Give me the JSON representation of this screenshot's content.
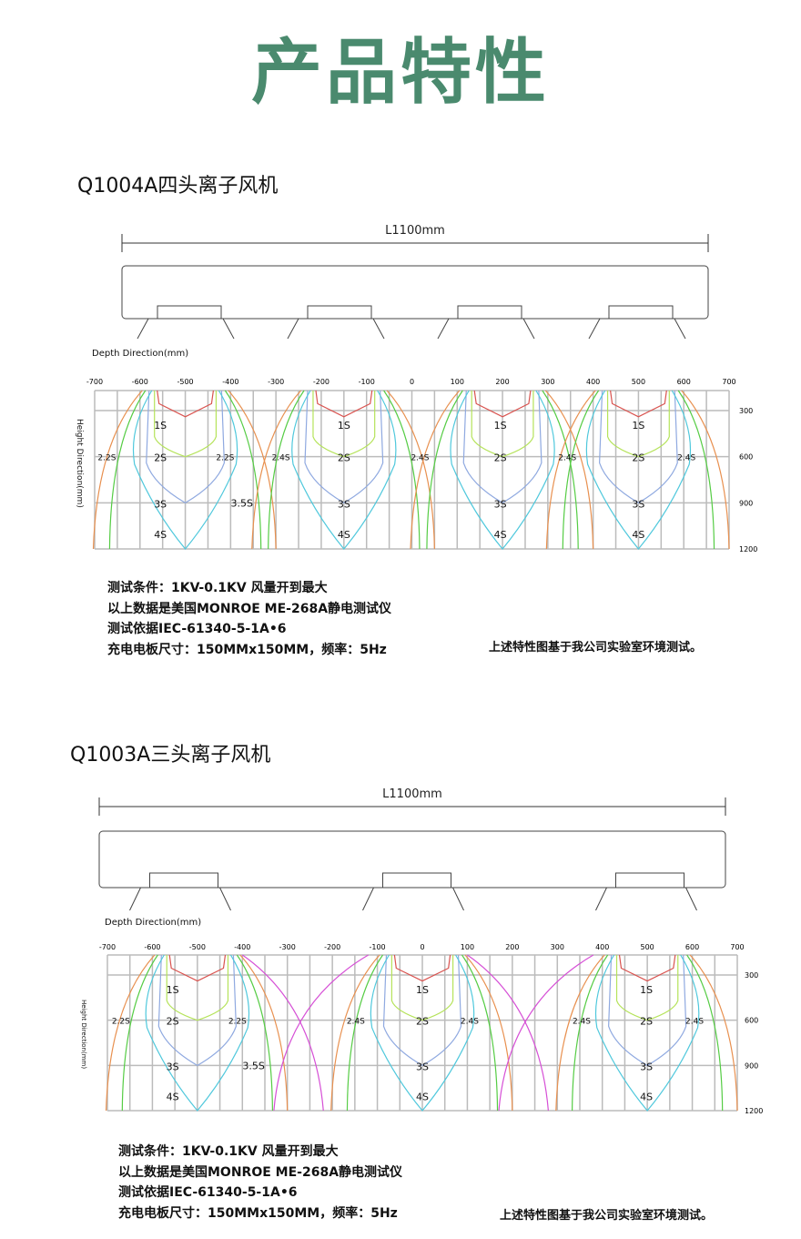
{
  "page_title": "产品特性",
  "sections": [
    {
      "title": "Q1004A四头离子风机",
      "length_label": "L1100mm",
      "depth_label": "Depth Direction(mm)",
      "height_label": "Height Direction(mm)",
      "notes": [
        "测试条件：1KV-0.1KV  风量开到最大",
        "以上数据是美国MONROE ME-268A静电测试仪",
        "测试依据IEC-61340-5-1A•6",
        "充电电板尺寸：150MMx150MM，频率：5Hz"
      ],
      "note_right": "上述特性图基于我公司实验室环境测试。"
    },
    {
      "title": "Q1003A三头离子风机",
      "length_label": "L1100mm",
      "depth_label": "Depth Direction(mm)",
      "height_label": "Height Direction(mm)",
      "notes": [
        "测试条件：1KV-0.1KV  风量开到最大",
        "以上数据是美国MONROE ME-268A静电测试仪",
        "测试依据IEC-61340-5-1A•6",
        "充电电板尺寸：150MMx150MM，频率：5Hz"
      ],
      "note_right": "上述特性图基于我公司实验室环境测试。"
    }
  ],
  "chart_data": [
    {
      "type": "line",
      "title": "Q1004A四头离子风机",
      "xlabel": "Depth Direction(mm)",
      "ylabel": "Height Direction(mm)",
      "xlim": [
        -700,
        700
      ],
      "ylim": [
        1200,
        160
      ],
      "x_ticks": [
        -700,
        -600,
        -500,
        -400,
        -300,
        -200,
        -100,
        0,
        100,
        200,
        300,
        400,
        500,
        600,
        700
      ],
      "y_ticks": [
        300,
        600,
        900,
        1200
      ],
      "grid": true,
      "head_centers": [
        -500,
        -150,
        200,
        500
      ],
      "contour_labels": [
        {
          "x": -555,
          "heads": [
            {
              "text": "1S",
              "y": 390
            },
            {
              "text": "2S",
              "y": 600
            },
            {
              "text": "3S",
              "y": 900
            },
            {
              "text": "4S",
              "y": 1100
            }
          ]
        },
        {
          "x": -150,
          "heads": [
            {
              "text": "1S",
              "y": 390
            },
            {
              "text": "2S",
              "y": 600
            },
            {
              "text": "3S",
              "y": 900
            },
            {
              "text": "4S",
              "y": 1100
            }
          ]
        },
        {
          "x": 195,
          "heads": [
            {
              "text": "1S",
              "y": 390
            },
            {
              "text": "2S",
              "y": 600
            },
            {
              "text": "3S",
              "y": 900
            },
            {
              "text": "4S",
              "y": 1100
            }
          ]
        },
        {
          "x": 500,
          "heads": [
            {
              "text": "1S",
              "y": 390
            },
            {
              "text": "2S",
              "y": 600
            },
            {
              "text": "3S",
              "y": 900
            },
            {
              "text": "4S",
              "y": 1100
            }
          ]
        }
      ],
      "side_labels": [
        {
          "text": "2.2S",
          "x": -673,
          "y": 600
        },
        {
          "text": "2.2S",
          "x": -412,
          "y": 600
        },
        {
          "text": "3.5S",
          "x": -375,
          "y": 900
        },
        {
          "text": "2.4S",
          "x": -289,
          "y": 600
        },
        {
          "text": "2.4S",
          "x": 18,
          "y": 600
        },
        {
          "text": "2.4S",
          "x": 343,
          "y": 600
        },
        {
          "text": "2.4S",
          "x": 606,
          "y": 600
        }
      ],
      "colors": {
        "1S": "#d9534f",
        "2S": "#b5e35a",
        "3S": "#8fa9e0",
        "4S": "#4fc8dc",
        "green": "#55cc44",
        "orange": "#e8904f",
        "magenta": "#d64fd6"
      }
    },
    {
      "type": "line",
      "title": "Q1003A三头离子风机",
      "xlabel": "Depth Direction(mm)",
      "ylabel": "Height Direction(mm)",
      "xlim": [
        -700,
        700
      ],
      "ylim": [
        1200,
        160
      ],
      "x_ticks": [
        -700,
        -600,
        -500,
        -400,
        -300,
        -200,
        -100,
        0,
        100,
        200,
        300,
        400,
        500,
        600,
        700
      ],
      "y_ticks": [
        300,
        600,
        900,
        1200
      ],
      "grid": true,
      "head_centers": [
        -500,
        0,
        500
      ],
      "contour_labels": [
        {
          "x": -555,
          "heads": [
            {
              "text": "1S",
              "y": 390
            },
            {
              "text": "2S",
              "y": 600
            },
            {
              "text": "3S",
              "y": 900
            },
            {
              "text": "4S",
              "y": 1100
            }
          ]
        },
        {
          "x": 0,
          "heads": [
            {
              "text": "1S",
              "y": 390
            },
            {
              "text": "2S",
              "y": 600
            },
            {
              "text": "3S",
              "y": 900
            },
            {
              "text": "4S",
              "y": 1100
            }
          ]
        },
        {
          "x": 498,
          "heads": [
            {
              "text": "1S",
              "y": 390
            },
            {
              "text": "2S",
              "y": 600
            },
            {
              "text": "3S",
              "y": 900
            },
            {
              "text": "4S",
              "y": 1100
            }
          ]
        }
      ],
      "side_labels": [
        {
          "text": "2.2S",
          "x": -670,
          "y": 600
        },
        {
          "text": "2.2S",
          "x": -411,
          "y": 600
        },
        {
          "text": "3.5S",
          "x": -375,
          "y": 900
        },
        {
          "text": "2.4S",
          "x": -148,
          "y": 600
        },
        {
          "text": "2.4S",
          "x": 105,
          "y": 600
        },
        {
          "text": "2.4S",
          "x": 354,
          "y": 600
        },
        {
          "text": "2.4S",
          "x": 605,
          "y": 600
        }
      ],
      "colors": {
        "1S": "#d9534f",
        "2S": "#b5e35a",
        "3S": "#8fa9e0",
        "4S": "#4fc8dc",
        "green": "#55cc44",
        "orange": "#e8904f",
        "magenta": "#d64fd6"
      }
    }
  ]
}
